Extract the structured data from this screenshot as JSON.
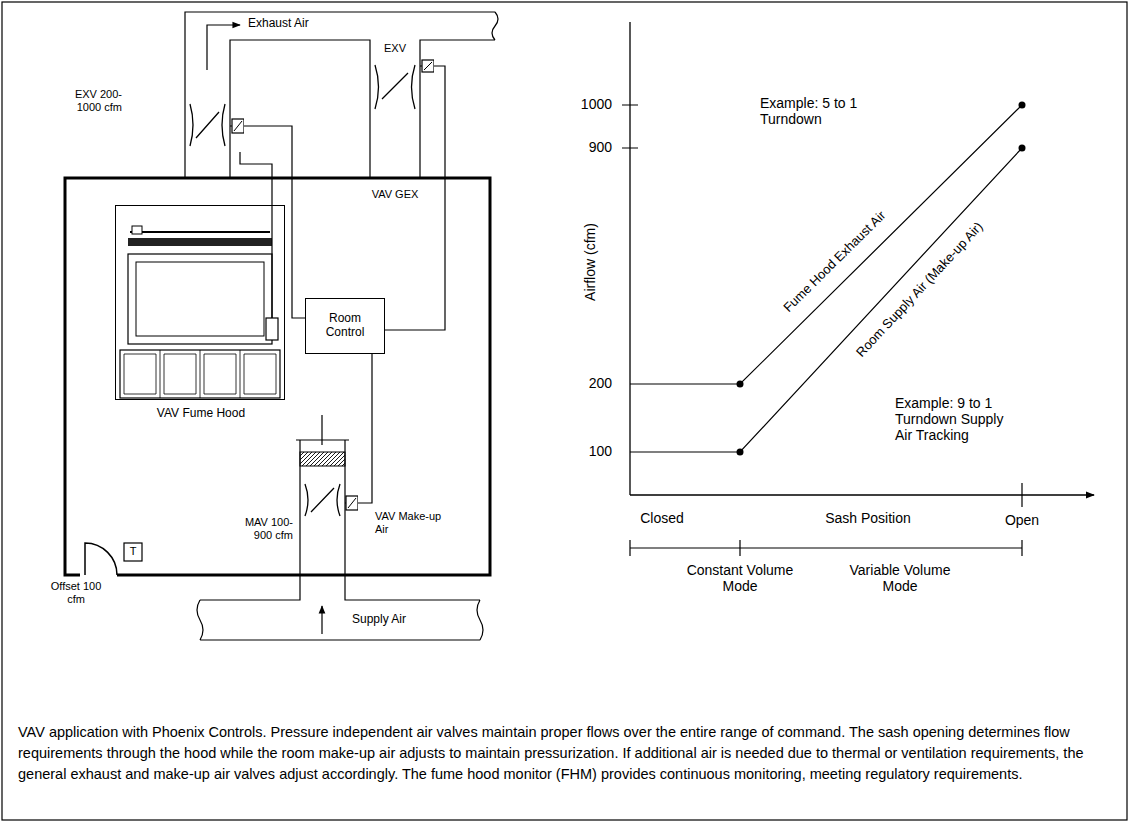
{
  "diagram": {
    "caption": "VAV application with Phoenix Controls. Pressure independent air valves maintain proper flows over the entire range of command. The sash opening determines flow requirements through the hood while the room make-up air adjusts to maintain pressurization. If additional air is needed due to thermal or ventilation requirements, the general exhaust and make-up air valves adjust accordingly. The fume hood monitor (FHM) provides continuous monitoring, meeting regulatory requirements.",
    "nodes": [
      {
        "text": [
          "Room Control"
        ]
      },
      {
        "text": [
          "EXV 200-1000 cfm"
        ]
      },
      {
        "text": [
          "EXV",
          "VAV GEX"
        ]
      },
      {
        "text": [
          "VAV Fume Hood"
        ]
      },
      {
        "text": [
          "MAV 100-900 cfm",
          "VAV Make-up Air"
        ]
      }
    ],
    "edges": [
      {
        "from": 0,
        "to": 1,
        "arrow": "none"
      },
      {
        "from": 0,
        "to": 2,
        "arrow": "none"
      },
      {
        "from": 0,
        "to": 4,
        "arrow": "none"
      },
      {
        "from": 3,
        "to": 1,
        "arrow": "none"
      }
    ],
    "labels": [
      "Exhaust Air",
      "Supply Air",
      "T",
      "Offset 100 cfm",
      "1000",
      "900",
      "200",
      "100",
      "Airflow (cfm)",
      "Example: 5 to 1 Turndown",
      "Fume Hood Exhaust Air",
      "Room Supply Air (Make-up Air)",
      "Example: 9 to 1 Turndown Supply Air Tracking",
      "Closed",
      "Sash Position",
      "Open",
      "Constant Volume Mode",
      "Variable Volume Mode"
    ]
  }
}
